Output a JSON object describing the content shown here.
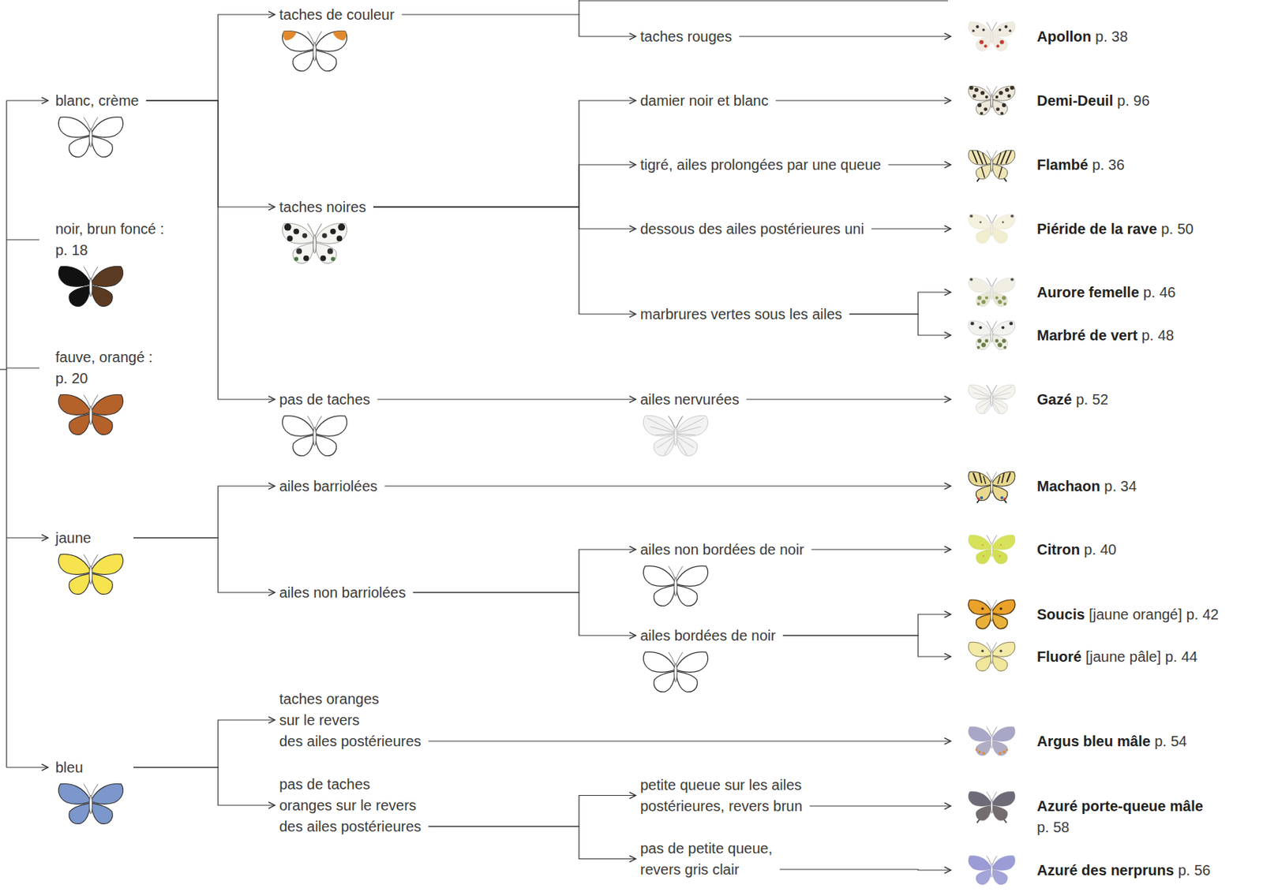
{
  "diagram": {
    "nodes": [
      {
        "text": [
          "blanc, crème"
        ]
      },
      {
        "text": [
          "taches de couleur"
        ]
      },
      {
        "text": [
          "taches rouges"
        ]
      },
      {
        "text": [
          "Apollon",
          "p. 38"
        ]
      },
      {
        "text": [
          "taches noires"
        ]
      },
      {
        "text": [
          "damier noir et blanc"
        ]
      },
      {
        "text": [
          "Demi-Deuil",
          "p. 96"
        ]
      },
      {
        "text": [
          "tigré, ailes prolongées par une queue"
        ]
      },
      {
        "text": [
          "Flambé",
          "p. 36"
        ]
      },
      {
        "text": [
          "dessous des ailes postérieures uni"
        ]
      },
      {
        "text": [
          "Piéride de la rave",
          "p. 50"
        ]
      },
      {
        "text": [
          "marbrures vertes sous les ailes"
        ]
      },
      {
        "text": [
          "Aurore femelle",
          "p. 46"
        ]
      },
      {
        "text": [
          "Marbré de vert",
          "p. 48"
        ]
      },
      {
        "text": [
          "pas de taches"
        ]
      },
      {
        "text": [
          "ailes nervurées"
        ]
      },
      {
        "text": [
          "Gazé",
          "p. 52"
        ]
      },
      {
        "text": [
          "noir, brun foncé : p. 18"
        ]
      },
      {
        "text": [
          "fauve, orangé : p. 20"
        ]
      },
      {
        "text": [
          "jaune"
        ]
      },
      {
        "text": [
          "ailes barriolées"
        ]
      },
      {
        "text": [
          "Machaon",
          "p. 34"
        ]
      },
      {
        "text": [
          "ailes non barriolées"
        ]
      },
      {
        "text": [
          "ailes non bordées de noir"
        ]
      },
      {
        "text": [
          "Citron",
          "p. 40"
        ]
      },
      {
        "text": [
          "ailes bordées de noir"
        ]
      },
      {
        "text": [
          "Soucis",
          "[jaune orangé]",
          "p. 42"
        ]
      },
      {
        "text": [
          "Fluoré",
          "[jaune pâle]",
          "p. 44"
        ]
      },
      {
        "text": [
          "bleu"
        ]
      },
      {
        "text": [
          "taches oranges sur le revers des ailes postérieures"
        ]
      },
      {
        "text": [
          "Argus bleu mâle",
          "p. 54"
        ]
      },
      {
        "text": [
          "pas de taches oranges sur le revers des ailes postérieures"
        ]
      },
      {
        "text": [
          "petite queue sur les ailes postérieures, revers brun"
        ]
      },
      {
        "text": [
          "Azuré porte-queue mâle",
          "p. 58"
        ]
      },
      {
        "text": [
          "pas de petite queue, revers gris clair"
        ]
      },
      {
        "text": [
          "Azuré des nerpruns",
          "p. 56"
        ]
      }
    ],
    "edges": [
      {
        "from": 0,
        "to": 1,
        "arrow": "to"
      },
      {
        "from": 0,
        "to": 4,
        "arrow": "to"
      },
      {
        "from": 0,
        "to": 14,
        "arrow": "to"
      },
      {
        "from": 1,
        "to": 2,
        "arrow": "to"
      },
      {
        "from": 2,
        "to": 3,
        "arrow": "to"
      },
      {
        "from": 4,
        "to": 5,
        "arrow": "to"
      },
      {
        "from": 4,
        "to": 7,
        "arrow": "to"
      },
      {
        "from": 4,
        "to": 9,
        "arrow": "to"
      },
      {
        "from": 4,
        "to": 11,
        "arrow": "to"
      },
      {
        "from": 5,
        "to": 6,
        "arrow": "to"
      },
      {
        "from": 7,
        "to": 8,
        "arrow": "to"
      },
      {
        "from": 9,
        "to": 10,
        "arrow": "to"
      },
      {
        "from": 11,
        "to": 12,
        "arrow": "to"
      },
      {
        "from": 11,
        "to": 13,
        "arrow": "to"
      },
      {
        "from": 14,
        "to": 15,
        "arrow": "to"
      },
      {
        "from": 15,
        "to": 16,
        "arrow": "to"
      },
      {
        "from": 19,
        "to": 20,
        "arrow": "to"
      },
      {
        "from": 19,
        "to": 22,
        "arrow": "to"
      },
      {
        "from": 20,
        "to": 21,
        "arrow": "to"
      },
      {
        "from": 22,
        "to": 23,
        "arrow": "to"
      },
      {
        "from": 22,
        "to": 25,
        "arrow": "to"
      },
      {
        "from": 23,
        "to": 24,
        "arrow": "to"
      },
      {
        "from": 25,
        "to": 26,
        "arrow": "to"
      },
      {
        "from": 25,
        "to": 27,
        "arrow": "to"
      },
      {
        "from": 28,
        "to": 29,
        "arrow": "to"
      },
      {
        "from": 28,
        "to": 31,
        "arrow": "to"
      },
      {
        "from": 29,
        "to": 30,
        "arrow": "to"
      },
      {
        "from": 31,
        "to": 32,
        "arrow": "to"
      },
      {
        "from": 31,
        "to": 34,
        "arrow": "to"
      },
      {
        "from": 32,
        "to": 33,
        "arrow": "to"
      },
      {
        "from": 34,
        "to": 35,
        "arrow": "to"
      }
    ]
  }
}
